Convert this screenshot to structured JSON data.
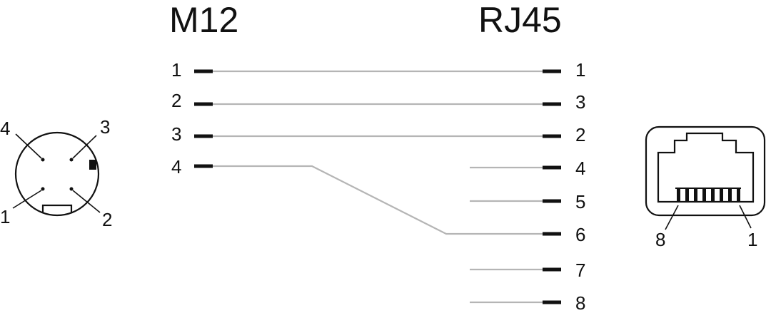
{
  "headers": {
    "left": "M12",
    "right": "RJ45"
  },
  "m12_pins": [
    "1",
    "2",
    "3",
    "4"
  ],
  "rj45_pins": [
    "1",
    "3",
    "2",
    "4",
    "5",
    "6",
    "7",
    "8"
  ],
  "wiring": [
    {
      "from": "1",
      "to": "1"
    },
    {
      "from": "2",
      "to": "3"
    },
    {
      "from": "3",
      "to": "2"
    },
    {
      "from": "4",
      "to": "6"
    }
  ],
  "m12_connector": {
    "labels": [
      "4",
      "3",
      "1",
      "2"
    ]
  },
  "rj45_connector": {
    "labels": [
      "8",
      "1"
    ]
  }
}
